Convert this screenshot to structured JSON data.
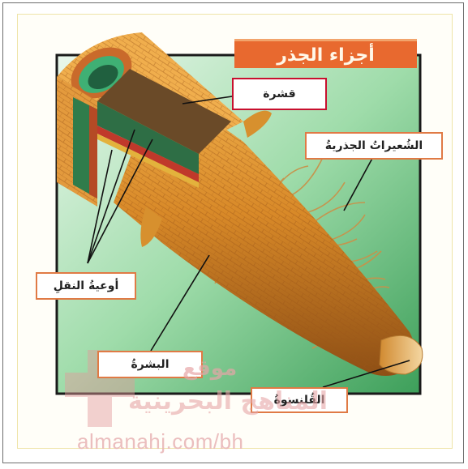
{
  "title": "أجزاء الجذر",
  "labels": {
    "cortex": "قشرة",
    "root_hairs": "الشُعيراتُ الجذريةُ",
    "vessels": "أوعيةُ النقلِ",
    "epidermis": "البشرةُ",
    "cap": "القُلنسوةُ"
  },
  "watermark": {
    "url": "almanahj.com/bh",
    "line1": "موقع",
    "line2": "المناهج البحرينية"
  },
  "colors": {
    "title_bg": "#e8692f",
    "label_border": "#e07a45",
    "background_green": "#8fd39a",
    "root_orange": "#d98a2c"
  },
  "icons": [
    "watermark-cross-logo"
  ]
}
